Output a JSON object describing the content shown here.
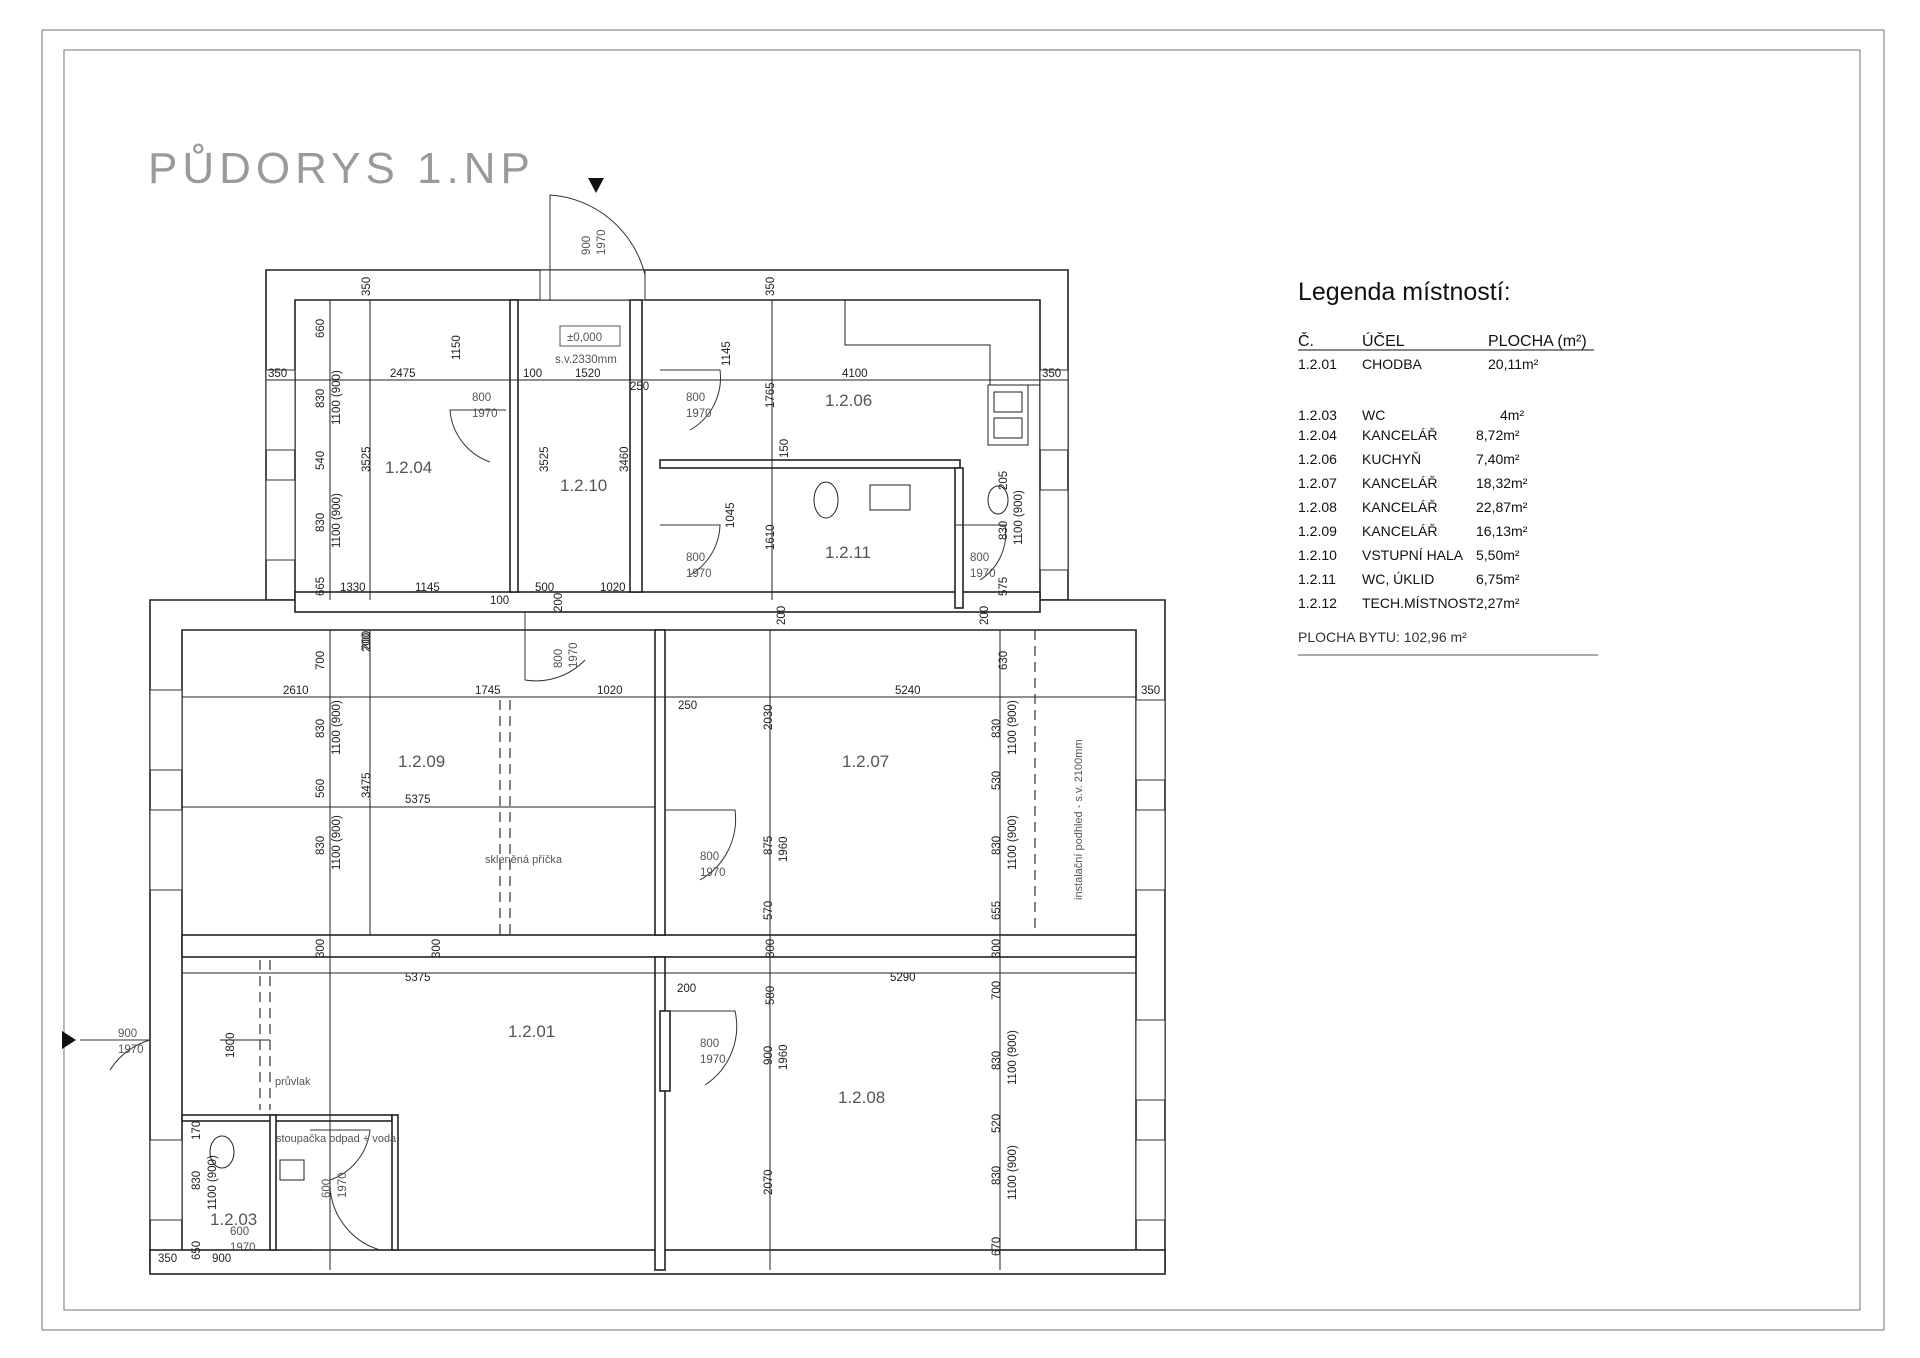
{
  "drawing_title": "PŮDORYS 1.NP",
  "entrance": {
    "level_mark": "±0,000",
    "sv_height": "s.v.2330mm"
  },
  "rooms": [
    {
      "id": "1.2.04"
    },
    {
      "id": "1.2.10"
    },
    {
      "id": "1.2.06"
    },
    {
      "id": "1.2.11"
    },
    {
      "id": "1.2.09"
    },
    {
      "id": "1.2.07"
    },
    {
      "id": "1.2.01"
    },
    {
      "id": "1.2.08"
    },
    {
      "id": "1.2.03"
    }
  ],
  "notes": {
    "glass_partition": "skleněná příčka",
    "beam": "průvlak",
    "ceiling": "instalační podhled - s.v. 2100mm",
    "riser": "stoupačka odpad + voda"
  },
  "doors": [
    {
      "w": "900",
      "h": "1970"
    },
    {
      "w": "800",
      "h": "1970"
    },
    {
      "w": "800",
      "h": "1970"
    },
    {
      "w": "800",
      "h": "1970"
    },
    {
      "w": "800",
      "h": "1970"
    },
    {
      "w": "800",
      "h": "1970"
    },
    {
      "w": "800",
      "h": "1970"
    },
    {
      "w": "800",
      "h": "1970"
    },
    {
      "w": "900",
      "h": "1970"
    },
    {
      "w": "600",
      "h": "1970"
    },
    {
      "w": "600",
      "h": "1970"
    }
  ],
  "dimensions": [
    "350",
    "350",
    "660",
    "1150",
    "1145",
    "350",
    "2475",
    "100",
    "1520",
    "250",
    "4100",
    "350",
    "830",
    "1100 (900)",
    "3525",
    "3525",
    "3460",
    "1765",
    "150",
    "540",
    "830",
    "1100 (900)",
    "1045",
    "1610",
    "205",
    "1100 (900)",
    "830",
    "665",
    "1330",
    "1145",
    "100",
    "500",
    "200",
    "1020",
    "575",
    "200",
    "200",
    "200",
    "630",
    "700",
    "200",
    "2610",
    "1745",
    "1020",
    "250",
    "5240",
    "350",
    "830",
    "1100 (900)",
    "2030",
    "830",
    "1100 (900)",
    "560",
    "3475",
    "5375",
    "530",
    "830",
    "1100 (900)",
    "875",
    "1960",
    "830",
    "1100 (900)",
    "570",
    "655",
    "300",
    "300",
    "300",
    "300",
    "5375",
    "200",
    "5290",
    "580",
    "700",
    "1800",
    "900",
    "1960",
    "830",
    "1100 (900)",
    "520",
    "170",
    "830",
    "1100 (900)",
    "2070",
    "830",
    "1100 (900)",
    "650",
    "350",
    "900",
    "670"
  ],
  "legend": {
    "title": "Legenda místností:",
    "headers": {
      "no": "Č.",
      "use": "ÚČEL",
      "area": "PLOCHA (m²)"
    },
    "rows": [
      {
        "no": "1.2.01",
        "use": "CHODBA",
        "area": "20,11m²"
      },
      {
        "no": "1.2.03",
        "use": "WC",
        "area": "4m²"
      },
      {
        "no": "1.2.04",
        "use": "KANCELÁŘ",
        "area": "8,72m²"
      },
      {
        "no": "1.2.06",
        "use": "KUCHYŇ",
        "area": "7,40m²"
      },
      {
        "no": "1.2.07",
        "use": "KANCELÁŘ",
        "area": "18,32m²"
      },
      {
        "no": "1.2.08",
        "use": "KANCELÁŘ",
        "area": "22,87m²"
      },
      {
        "no": "1.2.09",
        "use": "KANCELÁŘ",
        "area": "16,13m²"
      },
      {
        "no": "1.2.10",
        "use": "VSTUPNÍ HALA",
        "area": "5,50m²"
      },
      {
        "no": "1.2.11",
        "use": "WC, ÚKLID",
        "area": "6,75m²"
      },
      {
        "no": "1.2.12",
        "use": "TECH.MÍSTNOST",
        "area": "2,27m²"
      }
    ],
    "total": "PLOCHA BYTU: 102,96 m²"
  }
}
